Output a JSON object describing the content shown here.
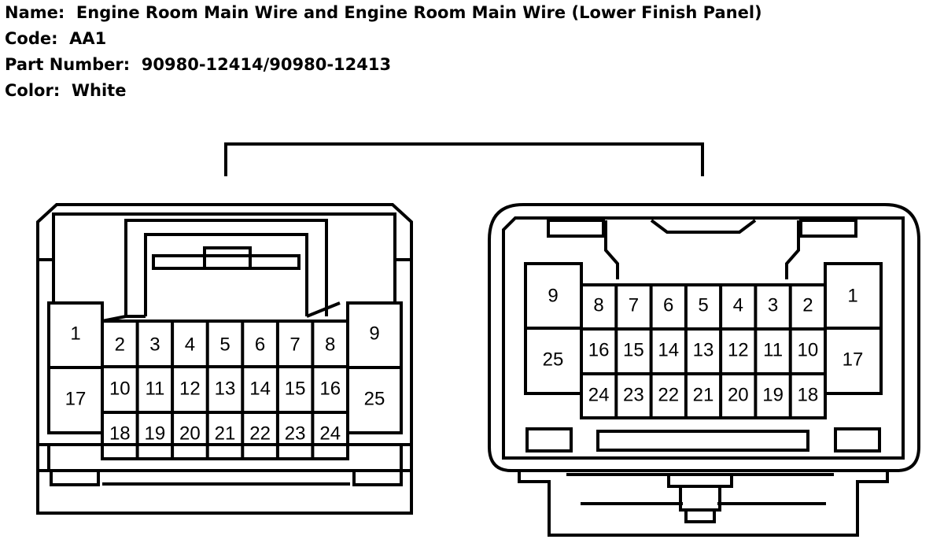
{
  "header": {
    "name_label": "Name:",
    "name_value": "Engine Room Main Wire and Engine Room Main Wire (Lower Finish Panel)",
    "code_label": "Code:",
    "code_value": "AA1",
    "part_label": "Part Number:",
    "part_value": "90980-12414/90980-12413",
    "color_label": "Color:",
    "color_value": "White"
  },
  "left_connector": {
    "large_left": [
      "1",
      "17"
    ],
    "large_right": [
      "9",
      "25"
    ],
    "grid_rows": [
      [
        "2",
        "3",
        "4",
        "5",
        "6",
        "7",
        "8"
      ],
      [
        "10",
        "11",
        "12",
        "13",
        "14",
        "15",
        "16"
      ],
      [
        "18",
        "19",
        "20",
        "21",
        "22",
        "23",
        "24"
      ]
    ]
  },
  "right_connector": {
    "large_left": [
      "9",
      "25"
    ],
    "large_right": [
      "1",
      "17"
    ],
    "grid_rows": [
      [
        "8",
        "7",
        "6",
        "5",
        "4",
        "3",
        "2"
      ],
      [
        "16",
        "15",
        "14",
        "13",
        "12",
        "11",
        "10"
      ],
      [
        "24",
        "23",
        "22",
        "21",
        "20",
        "19",
        "18"
      ]
    ]
  }
}
